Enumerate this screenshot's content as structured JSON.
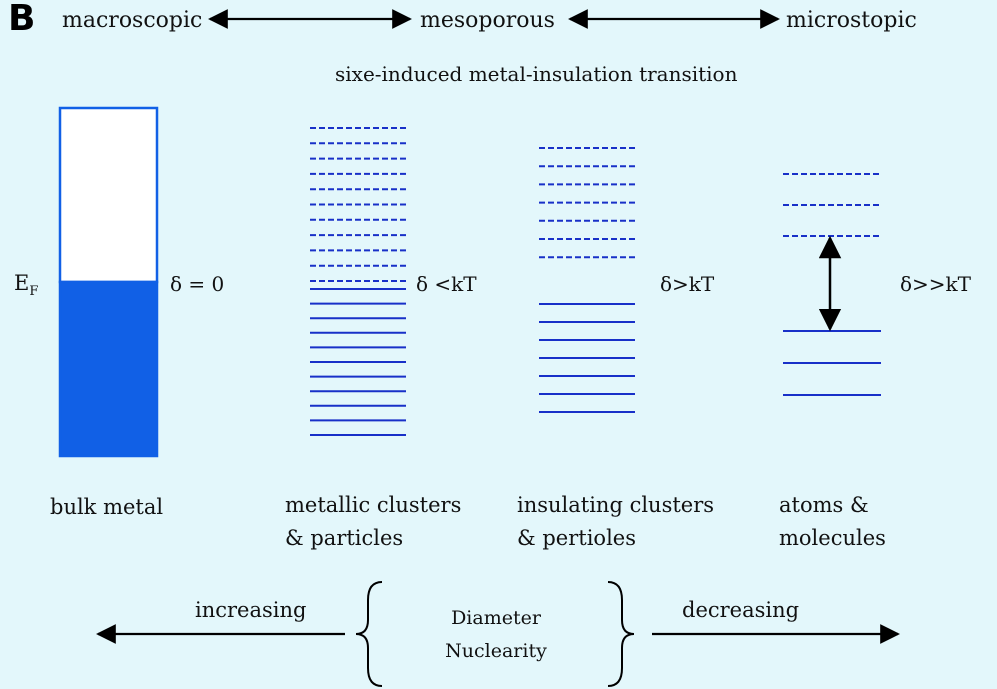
{
  "panel_letter": "B",
  "scale": {
    "left": "macroscopic",
    "middle": "mesoporous",
    "right": "microstopic"
  },
  "subtitle": "sixe-induced metal-insulation transition",
  "fermi_label": "E",
  "fermi_subscript": "F",
  "deltas": {
    "bulk": "δ = 0",
    "metallic": "δ <kT",
    "insulating": "δ>kT",
    "atoms": "δ>>kT"
  },
  "captions": {
    "bulk": [
      "bulk metal"
    ],
    "metallic": [
      "metallic clusters",
      "& particles"
    ],
    "insulating": [
      "insulating clusters",
      "& pertioles"
    ],
    "atoms": [
      "atoms &",
      "molecules"
    ]
  },
  "bottom": {
    "left_label": "increasing",
    "right_label": "decreasing",
    "center_line1": "Diameter",
    "center_line2": "Nuclearity"
  },
  "colors": {
    "background": "#e3f7fb",
    "band_blue": "#1160e6",
    "line_blue": "#1830c8",
    "arrow": "#000000"
  },
  "level_counts": {
    "metallic_empty": 11,
    "metallic_filled": 11,
    "insulating_empty": 7,
    "insulating_filled": 7,
    "atoms_empty": 3,
    "atoms_filled": 3
  }
}
